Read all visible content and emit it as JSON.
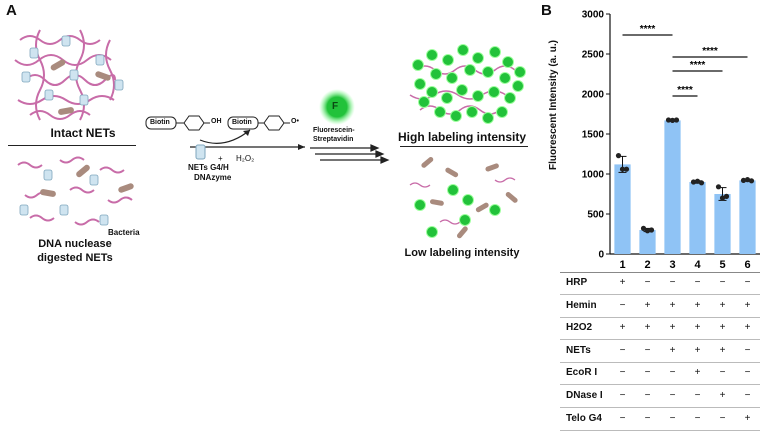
{
  "panel_a": {
    "letter": "A",
    "intact_nets": "Intact NETs",
    "dna_nuclease_line1": "DNA nuclease",
    "dna_nuclease_line2": "digested NETs",
    "bacteria": "Bacteria",
    "biotin_left": "Biotin",
    "oh": "OH",
    "biotin_right": "Biotin",
    "radical": "O•",
    "plus": "+",
    "h2o2": "H₂O₂",
    "dnazyme_line1": "NETs G4/H",
    "dnazyme_line2": "DNAzyme",
    "f_symbol": "F",
    "fluor_line1": "Fluorescein-",
    "fluor_line2": "Streptavidin",
    "high_label": "High labeling intensity",
    "low_label": "Low labeling intensity"
  },
  "panel_b": {
    "letter": "B",
    "ylabel": "Fluorescent Intensity (a. u.)",
    "significance": "****",
    "table": {
      "rows": [
        {
          "label": "HRP",
          "cells": [
            "+",
            "−",
            "−",
            "−",
            "−",
            "−"
          ]
        },
        {
          "label": "Hemin",
          "cells": [
            "−",
            "+",
            "+",
            "+",
            "+",
            "+"
          ]
        },
        {
          "label": "H2O2",
          "cells": [
            "+",
            "+",
            "+",
            "+",
            "+",
            "+"
          ]
        },
        {
          "label": "NETs",
          "cells": [
            "−",
            "−",
            "+",
            "+",
            "+",
            "−"
          ]
        },
        {
          "label": "EcoR I",
          "cells": [
            "−",
            "−",
            "−",
            "+",
            "−",
            "−"
          ]
        },
        {
          "label": "DNase I",
          "cells": [
            "−",
            "−",
            "−",
            "−",
            "+",
            "−"
          ]
        },
        {
          "label": "Telo G4",
          "cells": [
            "−",
            "−",
            "−",
            "−",
            "−",
            "+"
          ]
        }
      ]
    }
  },
  "chart_data": {
    "type": "bar",
    "categories": [
      "1",
      "2",
      "3",
      "4",
      "5",
      "6"
    ],
    "values": [
      1120,
      300,
      1670,
      900,
      750,
      920
    ],
    "points": [
      [
        1230,
        1060,
        1060
      ],
      [
        320,
        290,
        300
      ],
      [
        1675,
        1670,
        1675
      ],
      [
        900,
        910,
        890
      ],
      [
        840,
        700,
        720
      ],
      [
        920,
        930,
        915
      ]
    ],
    "errors": [
      100,
      20,
      10,
      15,
      80,
      10
    ],
    "ylim": [
      0,
      3000
    ],
    "yticks": [
      0,
      500,
      1000,
      1500,
      2000,
      2500,
      3000
    ],
    "ylabel": "Fluorescent Intensity (a. u.)",
    "bar_color": "#8fc3f5",
    "significance": [
      {
        "from": "1",
        "to": "3",
        "label": "****"
      },
      {
        "from": "3",
        "to": "4",
        "label": "****"
      },
      {
        "from": "3",
        "to": "5",
        "label": "****"
      },
      {
        "from": "3",
        "to": "6",
        "label": "****"
      }
    ]
  }
}
